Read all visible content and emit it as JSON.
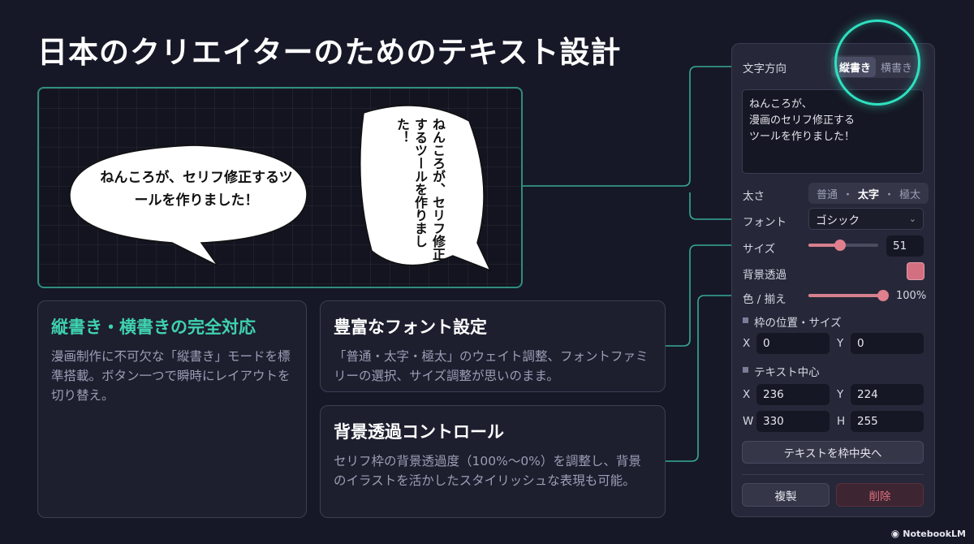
{
  "title": "日本のクリエイターのためのテキスト設計",
  "preview": {
    "horizontal_bubble_text": "ねんころが、セリフ修正するツールを作りました！",
    "vertical_bubble_text": "ねんころが、セリフ修正するツールを作りました！"
  },
  "cards": [
    {
      "heading": "縦書き・横書きの完全対応",
      "body": "漫画制作に不可欠な「縦書き」モードを標準搭載。ボタン一つで瞬時にレイアウトを切り替え。"
    },
    {
      "heading": "豊富なフォント設定",
      "body": "「普通・太字・極太」のウェイト調整、フォントファミリーの選択、サイズ調整が思いのまま。"
    },
    {
      "heading": "背景透過コントロール",
      "body": "セリフ枠の背景透過度（100%〜0%）を調整し、背景のイラストを活かしたスタイリッシュな表現も可能。"
    }
  ],
  "panel": {
    "direction_label": "文字方向",
    "direction_options": [
      "縦書き",
      "横書き"
    ],
    "text_value": "ねんころが、\n漫画のセリフ修正する\nツールを作りました！",
    "weight_label": "太さ",
    "weight_options": [
      "普通",
      "太字",
      "極太"
    ],
    "font_label": "フォント",
    "font_value": "ゴシック",
    "size_label": "サイズ",
    "size_value": "51",
    "size_fraction": 0.45,
    "bg_label": "背景透過",
    "color_label": "色 / 揃え",
    "opacity_value": "100%",
    "opacity_fraction": 1.0,
    "frame_section": "枠の位置・サイズ",
    "frame_x_label": "X",
    "frame_x": "0",
    "frame_y_label": "Y",
    "frame_y": "0",
    "center_section": "テキスト中心",
    "center_x_label": "X",
    "center_x": "236",
    "center_y_label": "Y",
    "center_y": "224",
    "w_label": "W",
    "w_value": "330",
    "h_label": "H",
    "h_value": "255",
    "center_button": "テキストを枠中央へ",
    "duplicate_button": "複製",
    "delete_button": "削除"
  },
  "colors": {
    "accent": "#3fd2b0",
    "swatch": "#d26f81",
    "delete": "#e07080"
  },
  "brand": "NotebookLM"
}
